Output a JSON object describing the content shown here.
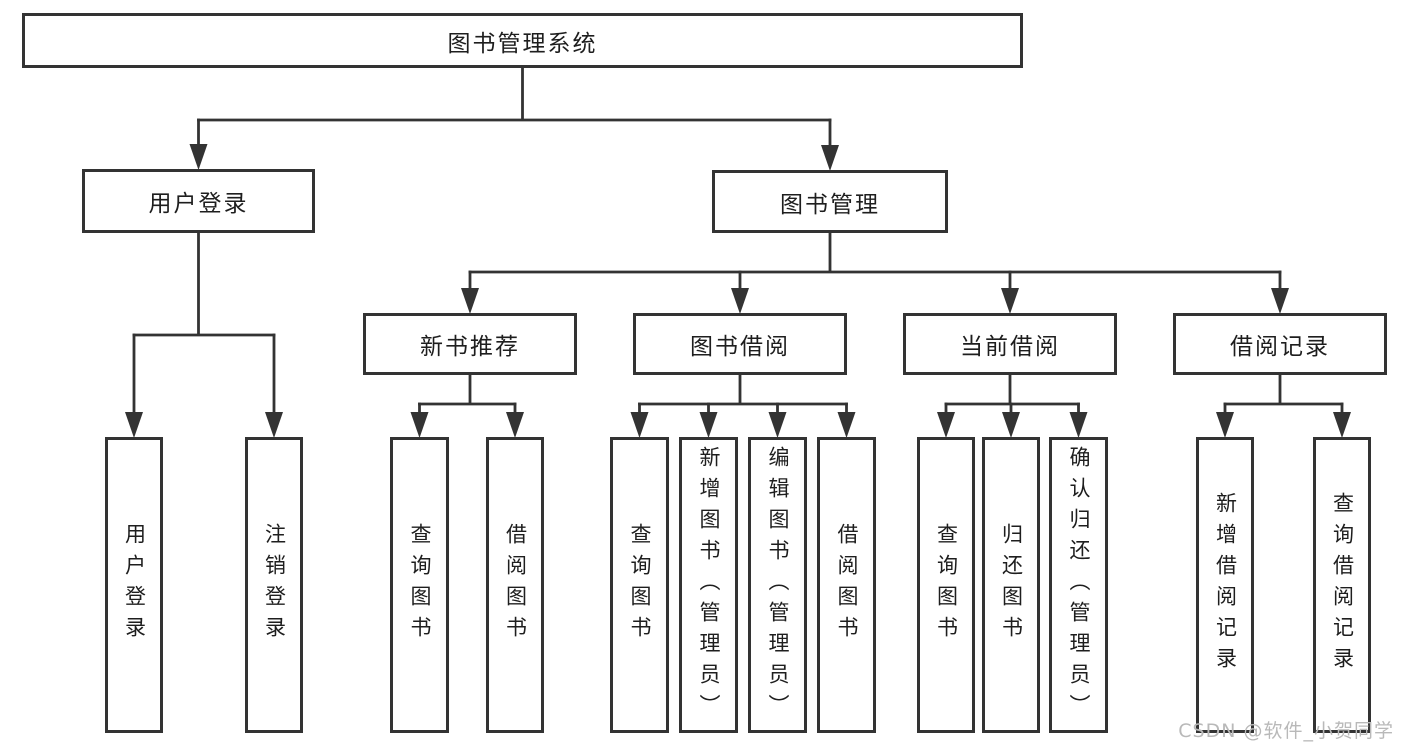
{
  "diagram": {
    "title": "图书管理系统",
    "watermark": "CSDN @软件_小贺同学",
    "colors": {
      "line": "#333333",
      "box_border": "#333333",
      "text": "#1e1e1e",
      "watermark": "#b9b9b9",
      "background": "#ffffff"
    },
    "nodes": [
      {
        "id": "root",
        "label": "图书管理系统",
        "children": [
          "user-login",
          "book-mgmt"
        ]
      },
      {
        "id": "user-login",
        "label": "用户登录",
        "children": [
          "leaf-user-login",
          "leaf-logout"
        ]
      },
      {
        "id": "book-mgmt",
        "label": "图书管理",
        "children": [
          "new-book-rec",
          "book-borrow",
          "current-borrow",
          "borrow-records"
        ]
      },
      {
        "id": "new-book-rec",
        "label": "新书推荐",
        "children": [
          "leaf-query-book-1",
          "leaf-borrow-book-1"
        ]
      },
      {
        "id": "book-borrow",
        "label": "图书借阅",
        "children": [
          "leaf-query-book-2",
          "leaf-add-book",
          "leaf-edit-book",
          "leaf-borrow-book-2"
        ]
      },
      {
        "id": "current-borrow",
        "label": "当前借阅",
        "children": [
          "leaf-query-book-3",
          "leaf-return-book",
          "leaf-confirm-return"
        ]
      },
      {
        "id": "borrow-records",
        "label": "借阅记录",
        "children": [
          "leaf-add-record",
          "leaf-query-record"
        ]
      },
      {
        "id": "leaf-user-login",
        "label": "用户登录",
        "children": []
      },
      {
        "id": "leaf-logout",
        "label": "注销登录",
        "children": []
      },
      {
        "id": "leaf-query-book-1",
        "label": "查询图书",
        "children": []
      },
      {
        "id": "leaf-borrow-book-1",
        "label": "借阅图书",
        "children": []
      },
      {
        "id": "leaf-query-book-2",
        "label": "查询图书",
        "children": []
      },
      {
        "id": "leaf-add-book",
        "label": "新增图书（管理员）",
        "children": []
      },
      {
        "id": "leaf-edit-book",
        "label": "编辑图书（管理员）",
        "children": []
      },
      {
        "id": "leaf-borrow-book-2",
        "label": "借阅图书",
        "children": []
      },
      {
        "id": "leaf-query-book-3",
        "label": "查询图书",
        "children": []
      },
      {
        "id": "leaf-return-book",
        "label": "归还图书",
        "children": []
      },
      {
        "id": "leaf-confirm-return",
        "label": "确认归还（管理员）",
        "children": []
      },
      {
        "id": "leaf-add-record",
        "label": "新增借阅记录",
        "children": []
      },
      {
        "id": "leaf-query-record",
        "label": "查询借阅记录",
        "children": []
      }
    ]
  }
}
